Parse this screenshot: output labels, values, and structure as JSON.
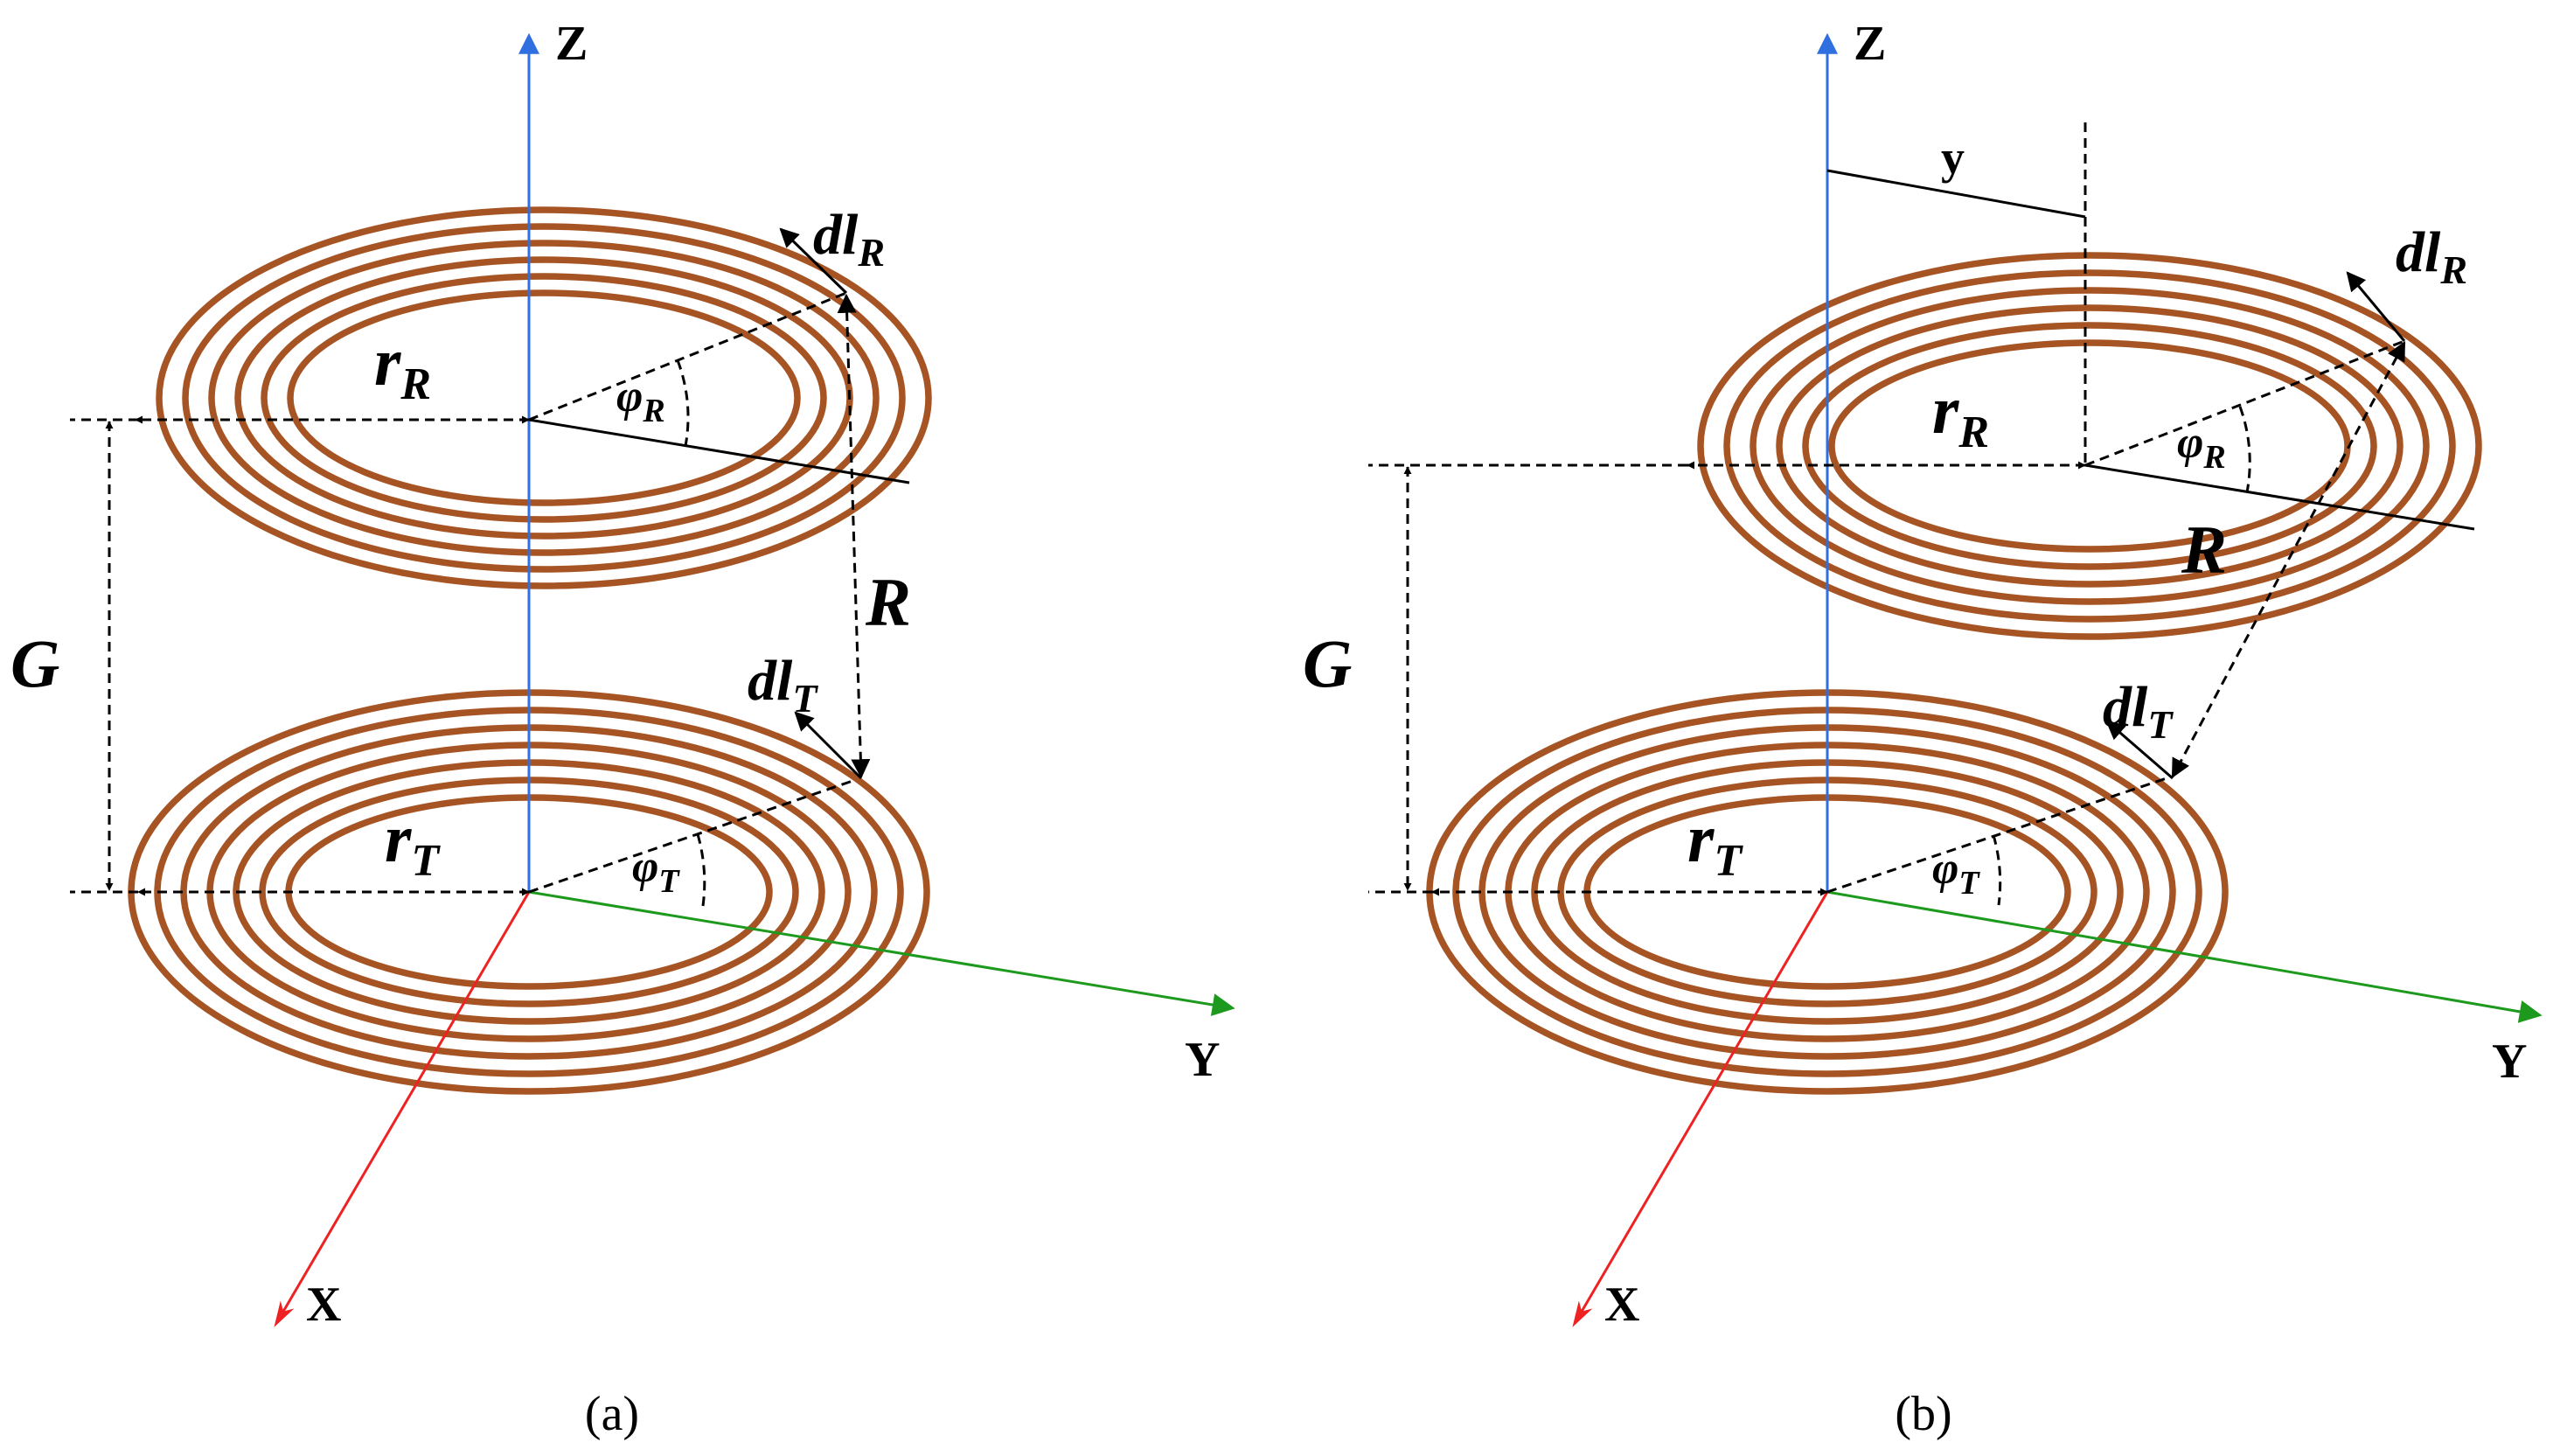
{
  "colors": {
    "coil": "#a65424",
    "z_axis": "#2f6fe0",
    "x_axis": "#ee2222",
    "y_axis": "#1d9a1d",
    "annotation": "#000000"
  },
  "panels": [
    {
      "caption": "(a)",
      "axes": {
        "z": "Z",
        "x": "X",
        "y": "Y"
      },
      "labels": {
        "receiver_radius": {
          "main": "r",
          "sub": "R"
        },
        "transmitter_radius": {
          "main": "r",
          "sub": "T"
        },
        "receiver_angle": {
          "main": "φ",
          "sub": "R"
        },
        "transmitter_angle": {
          "main": "φ",
          "sub": "T"
        },
        "receiver_element": {
          "main": "dl",
          "sub": "R"
        },
        "transmitter_element": {
          "main": "dl",
          "sub": "T"
        },
        "distance": "R",
        "gap": "G"
      }
    },
    {
      "caption": "(b)",
      "axes": {
        "z": "Z",
        "x": "X",
        "y": "Y"
      },
      "labels": {
        "receiver_radius": {
          "main": "r",
          "sub": "R"
        },
        "transmitter_radius": {
          "main": "r",
          "sub": "T"
        },
        "receiver_angle": {
          "main": "φ",
          "sub": "R"
        },
        "transmitter_angle": {
          "main": "φ",
          "sub": "T"
        },
        "receiver_element": {
          "main": "dl",
          "sub": "R"
        },
        "transmitter_element": {
          "main": "dl",
          "sub": "T"
        },
        "distance": "R",
        "gap": "G",
        "offset": "y"
      }
    }
  ]
}
